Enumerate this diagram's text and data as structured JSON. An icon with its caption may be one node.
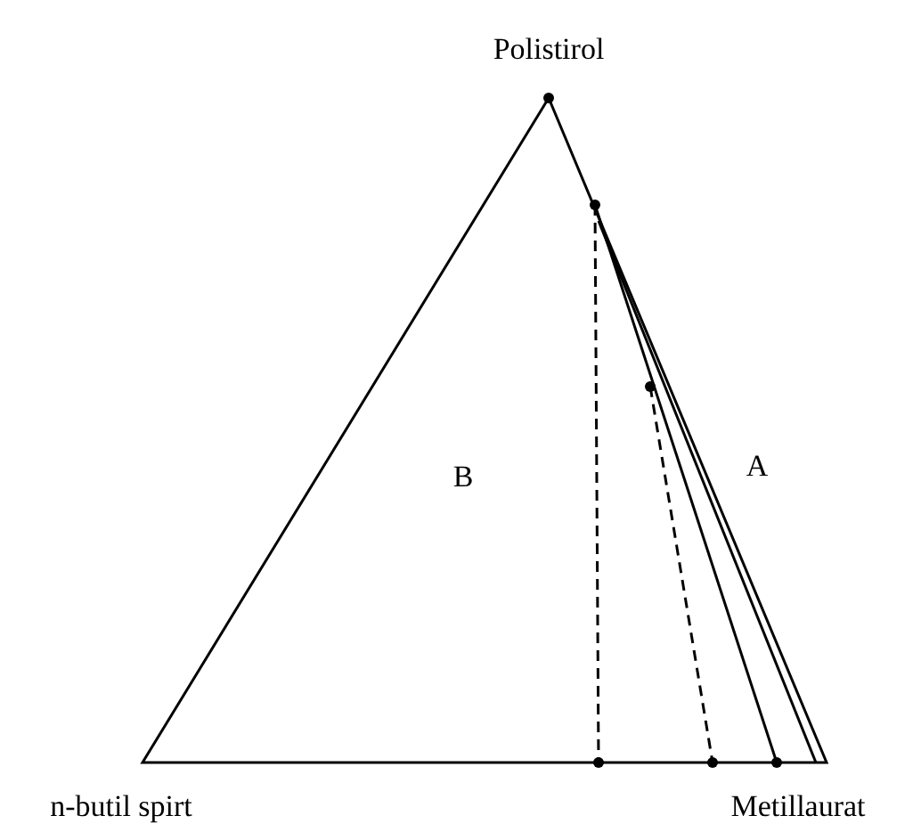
{
  "diagram": {
    "labels": [
      "Polistirol",
      "B",
      "A",
      "n-butil spirt",
      "Metillaurat"
    ]
  }
}
